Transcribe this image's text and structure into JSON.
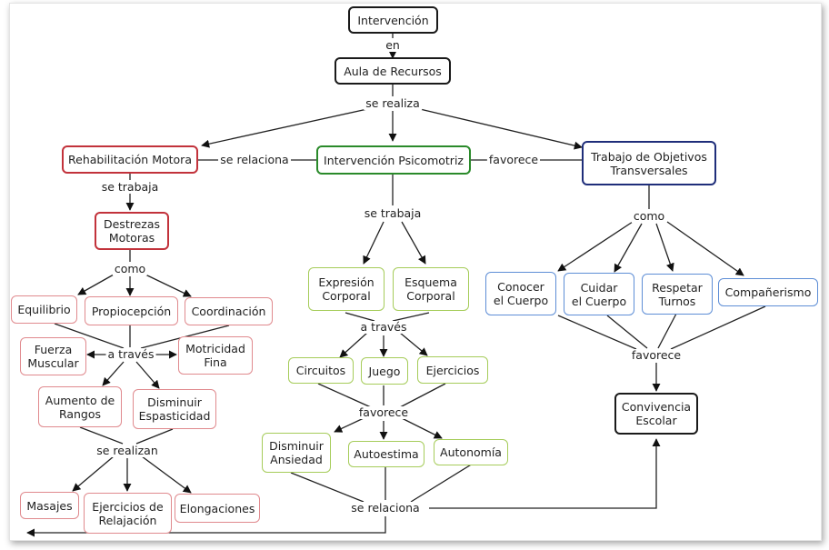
{
  "concepts": {
    "intervencion": "Intervención",
    "aula": "Aula de Recursos",
    "rehab": "Rehabilitación Motora",
    "psico": "Intervención Psicomotriz",
    "trabajo": "Trabajo de Objetivos\nTransversales",
    "destrezas": "Destrezas\nMotoras",
    "equilibrio": "Equilibrio",
    "propiocepcion": "Propiocepción",
    "coordinacion": "Coordinación",
    "fuerza": "Fuerza\nMuscular",
    "motricidad": "Motricidad\nFina",
    "aumento": "Aumento de\nRangos",
    "disminuir_esp": "Disminuir\nEspasticidad",
    "masajes": "Masajes",
    "ejercicios_rel": "Ejercicios de\nRelajación",
    "elongaciones": "Elongaciones",
    "expresion": "Expresión\nCorporal",
    "esquema": "Esquema\nCorporal",
    "circuitos": "Circuitos",
    "juego": "Juego",
    "ejercicios": "Ejercicios",
    "disminuir_ans": "Disminuir\nAnsiedad",
    "autoestima": "Autoestima",
    "autonomia": "Autonomía",
    "conocer": "Conocer\nel Cuerpo",
    "cuidar": "Cuidar\nel Cuerpo",
    "respetar": "Respetar\nTurnos",
    "companerismo": "Compañerismo",
    "convivencia": "Convivencia\nEscolar"
  },
  "links": {
    "en": "en",
    "se_realiza": "se realiza",
    "se_relaciona_1": "se relaciona",
    "favorece_1": "favorece",
    "se_trabaja_1": "se trabaja",
    "como_1": "como",
    "a_traves_1": "a través",
    "se_realizan": "se realizan",
    "se_trabaja_2": "se trabaja",
    "a_traves_2": "a través",
    "favorece_2": "favorece",
    "se_relaciona_2": "se relaciona",
    "como_2": "como",
    "favorece_3": "favorece"
  },
  "colors": {
    "black": "#1a1a1a",
    "red": "#c2323b",
    "green": "#2a8a2a",
    "navy": "#1f2e7a",
    "pink": "#e08a8e",
    "lime": "#a6cc5a",
    "blue": "#5e8ed6"
  }
}
